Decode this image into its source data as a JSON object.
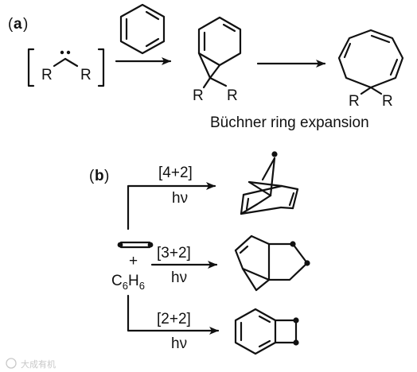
{
  "panel_a": {
    "label_open": "(",
    "label_letter": "a",
    "label_close": ")",
    "carbene_left_r": "R",
    "carbene_right_r": "R",
    "carbene_dots": "··",
    "reagent": "benzene",
    "norcaradiene_r1": "R",
    "norcaradiene_r2": "R",
    "cycloheptatriene_r1": "R",
    "cycloheptatriene_r2": "R",
    "caption": "Büchner ring expansion"
  },
  "panel_b": {
    "label_open": "(",
    "label_letter": "b",
    "label_close": ")",
    "plus": "+",
    "reactant_c": "C",
    "reactant_c_sub": "6",
    "reactant_h": "H",
    "reactant_h_sub": "6",
    "reactions": [
      {
        "cond_top": "[4+2]",
        "cond_bottom": "hν"
      },
      {
        "cond_top": "[3+2]",
        "cond_bottom": "hν"
      },
      {
        "cond_top": "[2+2]",
        "cond_bottom": "hν"
      }
    ]
  },
  "watermark": "大成有机"
}
